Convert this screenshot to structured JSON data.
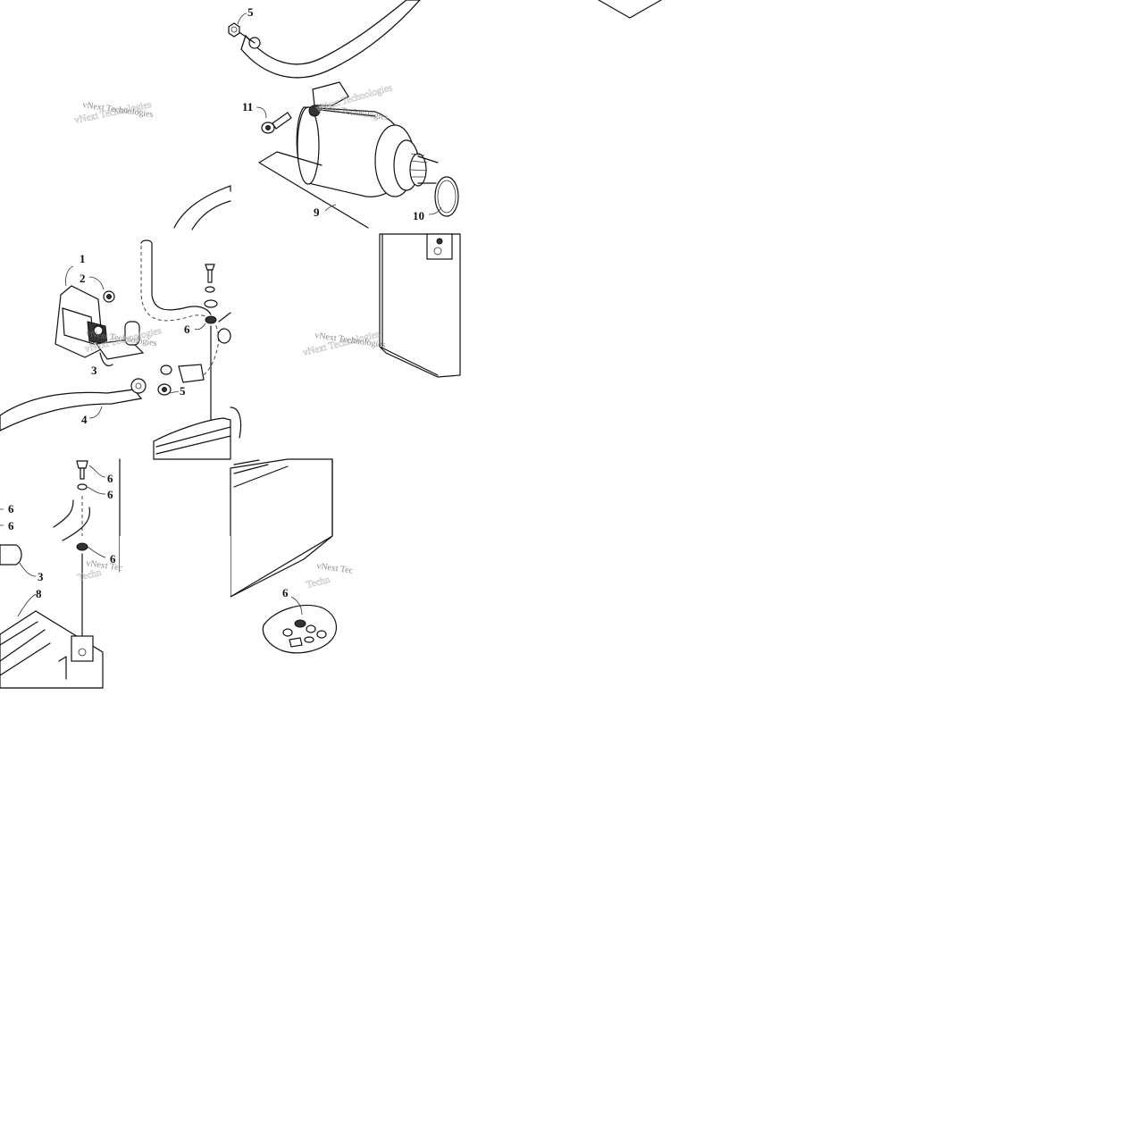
{
  "watermark": "vNext Technologies",
  "callouts": {
    "c1": "1",
    "c2": "2",
    "c3a": "3",
    "c3b": "3",
    "c4": "4",
    "c5a": "5",
    "c5b": "5",
    "c6a": "6",
    "c6b": "6",
    "c6c": "6",
    "c6d": "6",
    "c6e": "6",
    "c6f": "6",
    "c6g": "6",
    "c8": "8",
    "c9": "9",
    "c10": "10",
    "c11": "11"
  },
  "colors": {
    "line": "#111111",
    "background": "#ffffff",
    "watermark": "#777777"
  }
}
